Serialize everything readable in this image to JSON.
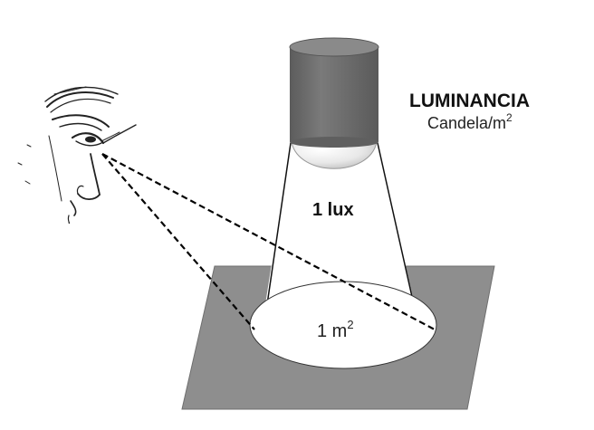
{
  "labels": {
    "title": "LUMINANCIA",
    "unit_base": "Candela/m",
    "unit_exp": "2",
    "beam": "1 lux",
    "area_base": "1 m",
    "area_exp": "2"
  },
  "colors": {
    "plane": "#8e8e8e",
    "cylinder_body": "#6d6d6d",
    "cylinder_top": "#8a8a8a",
    "spot": "#ffffff",
    "lines": "#000000"
  },
  "icons": {
    "observer": "eye-profile-icon",
    "light_source": "cylinder-lamp-icon"
  }
}
